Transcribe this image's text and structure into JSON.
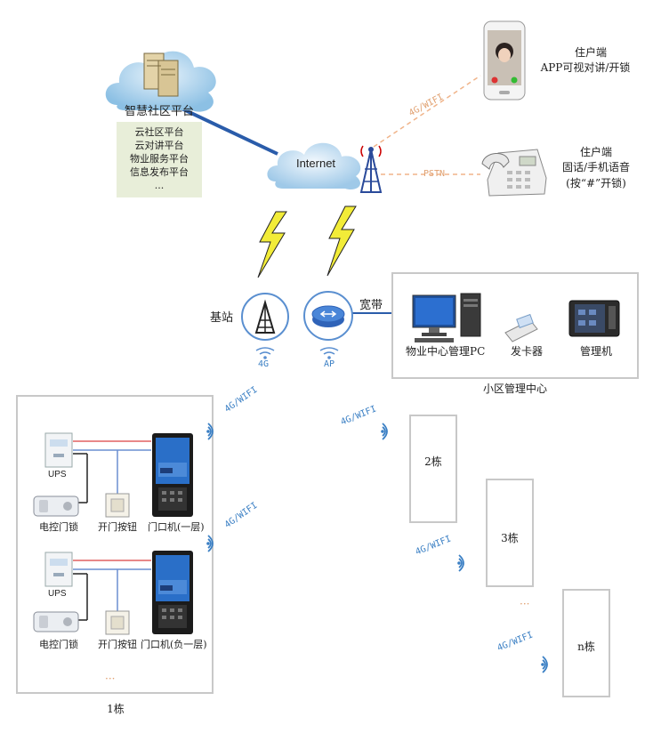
{
  "platform": {
    "title": "智慧社区平台",
    "items": [
      "云社区平台",
      "云对讲平台",
      "物业服务平台",
      "信息发布平台",
      "..."
    ]
  },
  "internet_label": "Internet",
  "resident_app": {
    "line1": "住户端",
    "line2": "APP可视对讲/开锁",
    "link": "4G/WIFI"
  },
  "resident_phone": {
    "line1": "住户端",
    "line2": "固话/手机语音",
    "line3": "(按“#”开锁)",
    "link": "PSTN"
  },
  "base_station": {
    "label": "基站",
    "tag": "4G"
  },
  "router": {
    "label": "宽带",
    "tag": "AP"
  },
  "mgmt_center": {
    "title": "小区管理中心",
    "pc": "物业中心管理PC",
    "card_issuer": "发卡器",
    "manager": "管理机"
  },
  "building1": {
    "title": "1栋",
    "group_top": {
      "ups": "UPS",
      "lock": "电控门锁",
      "button": "开门按钮",
      "door": "门口机(一层)"
    },
    "group_bottom": {
      "ups": "UPS",
      "lock": "电控门锁",
      "button": "开门按钮",
      "door": "门口机(负一层)"
    },
    "more": "···"
  },
  "buildings": [
    "2栋",
    "3栋",
    "n栋"
  ],
  "more_buildings": "···",
  "wifi_tag": "4G/WIFI",
  "colors": {
    "wire_blue": "#2a5caa",
    "line_orange": "#f0b48a",
    "power_red": "#e06060",
    "signal_blue": "#5a8fd0"
  }
}
